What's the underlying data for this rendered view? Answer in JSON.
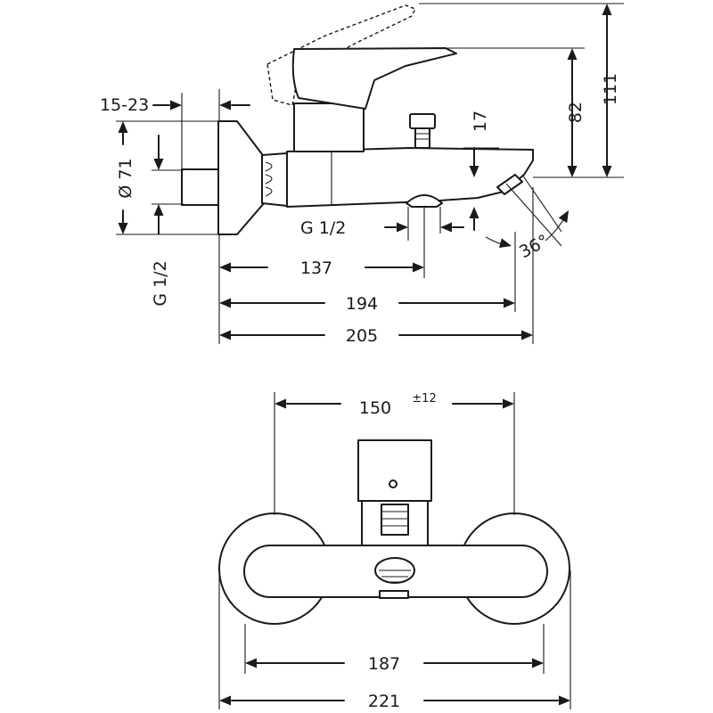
{
  "side_view": {
    "dims": {
      "flange_depth": "15-23",
      "diameter": "Ø 71",
      "thread_left": "G 1/2",
      "thread_bottom": "G 1/2",
      "spout_drop": "17",
      "spout_height": "82",
      "overall_height": "111",
      "outlet_angle": "36°",
      "to_outlet": "137",
      "projection": "194",
      "overall_length": "205"
    }
  },
  "front_view": {
    "dims": {
      "centers": "150",
      "tolerance": "±12",
      "rosette_span": "187",
      "overall_width": "221"
    }
  }
}
